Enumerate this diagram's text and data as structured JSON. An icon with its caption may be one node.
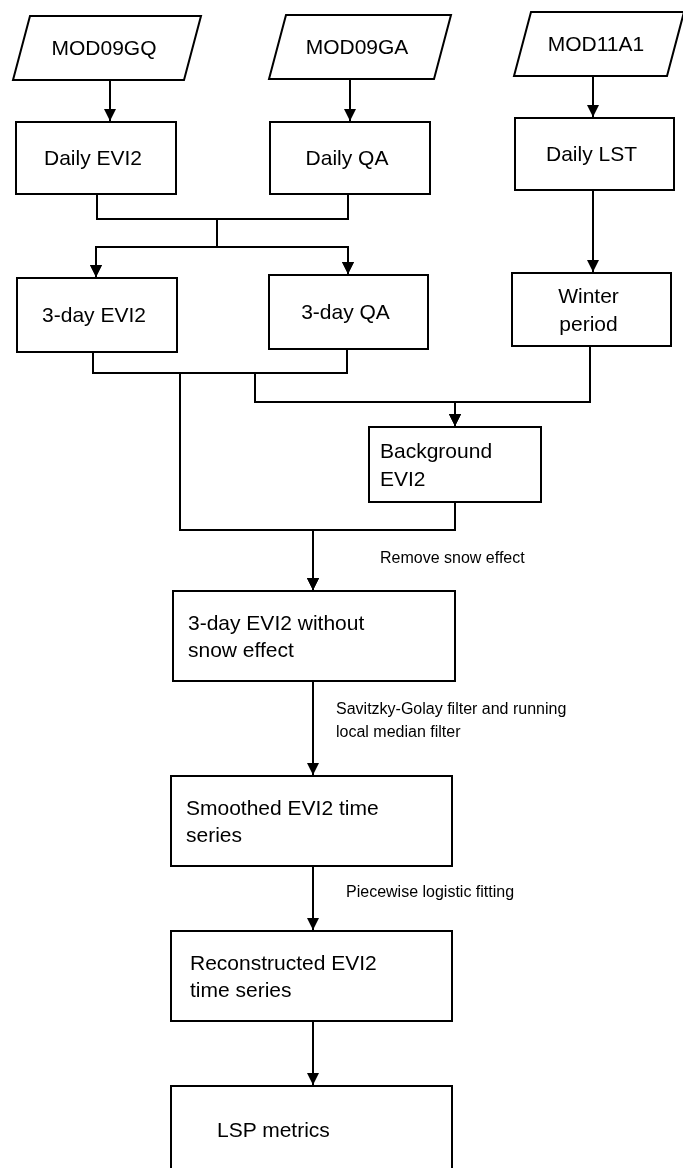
{
  "diagram": {
    "nodes": [
      {
        "text": [
          "MOD09GQ"
        ]
      },
      {
        "text": [
          "MOD09GA"
        ]
      },
      {
        "text": [
          "MOD11A1"
        ]
      },
      {
        "text": [
          "Daily EVI2"
        ]
      },
      {
        "text": [
          "Daily QA"
        ]
      },
      {
        "text": [
          "Daily LST"
        ]
      },
      {
        "text": [
          "3-day EVI2"
        ]
      },
      {
        "text": [
          "3-day QA"
        ]
      },
      {
        "text": [
          "Winter period"
        ]
      },
      {
        "text": [
          "Background EVI2"
        ]
      },
      {
        "text": [
          "3-day EVI2 without snow effect"
        ]
      },
      {
        "text": [
          "Smoothed EVI2 time series"
        ]
      },
      {
        "text": [
          "Reconstructed EVI2 time series"
        ]
      },
      {
        "text": [
          "LSP metrics"
        ]
      }
    ],
    "edges": [
      {
        "from": 0,
        "to": 3,
        "arrow": "to"
      },
      {
        "from": 1,
        "to": 4,
        "arrow": "to"
      },
      {
        "from": 2,
        "to": 5,
        "arrow": "to"
      },
      {
        "from": 3,
        "to": 6,
        "arrow": "to"
      },
      {
        "from": 3,
        "to": 7,
        "arrow": "to"
      },
      {
        "from": 4,
        "to": 6,
        "arrow": "to"
      },
      {
        "from": 4,
        "to": 7,
        "arrow": "to"
      },
      {
        "from": 5,
        "to": 8,
        "arrow": "to"
      },
      {
        "from": 6,
        "to": 9,
        "arrow": "to"
      },
      {
        "from": 7,
        "to": 9,
        "arrow": "to"
      },
      {
        "from": 8,
        "to": 9,
        "arrow": "to"
      },
      {
        "from": 6,
        "to": 10,
        "arrow": "to"
      },
      {
        "from": 7,
        "to": 10,
        "arrow": "to"
      },
      {
        "from": 9,
        "to": 10,
        "arrow": "to",
        "label": "Remove snow effect"
      },
      {
        "from": 10,
        "to": 11,
        "arrow": "to",
        "label": "Savitzky-Golay filter and running local median filter"
      },
      {
        "from": 11,
        "to": 12,
        "arrow": "to",
        "label": "Piecewise logistic fitting"
      },
      {
        "from": 12,
        "to": 13,
        "arrow": "to"
      }
    ]
  }
}
